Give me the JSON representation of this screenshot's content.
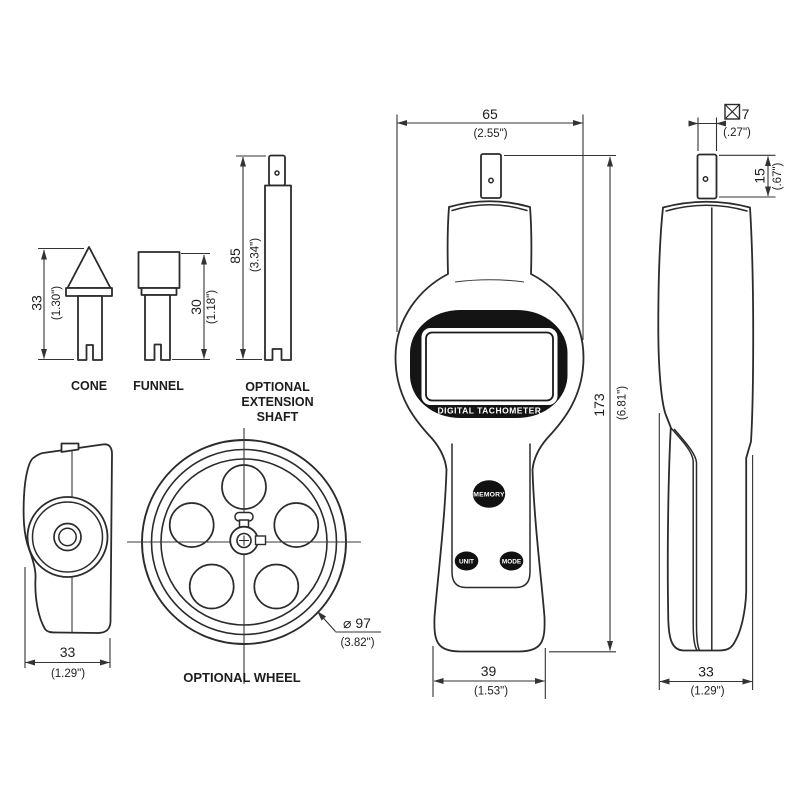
{
  "device": {
    "brand": "DIGITAL TACHOMETER",
    "buttons": {
      "memory": "MEMORY",
      "unit": "UNIT",
      "mode": "MODE"
    }
  },
  "labels": {
    "cone": "CONE",
    "funnel": "FUNNEL",
    "extension_shaft": [
      "OPTIONAL",
      "EXTENSION",
      "SHAFT"
    ],
    "wheel": "OPTIONAL WHEEL"
  },
  "dimensions": {
    "cone_height": {
      "mm": "33",
      "inches": "(1.30\")"
    },
    "funnel_height": {
      "mm": "30",
      "inches": "(1.18\")"
    },
    "extension_shaft_length": {
      "mm": "85",
      "inches": "(3.34\")"
    },
    "body_width": {
      "mm": "65",
      "inches": "(2.55\")"
    },
    "body_height": {
      "mm": "173",
      "inches": "(6.81\")"
    },
    "handle_width": {
      "mm": "39",
      "inches": "(1.53\")"
    },
    "tip_square": {
      "mm": "7",
      "inches": "(.27\")"
    },
    "tip_length": {
      "mm": "15",
      "inches": "(.67\")"
    },
    "side_width": {
      "mm": "33",
      "inches": "(1.29\")"
    },
    "top_view_width": {
      "mm": "33",
      "inches": "(1.29\")"
    },
    "wheel_diameter": {
      "mm": "⌀ 97",
      "inches": "(3.82\")"
    }
  },
  "colors": {
    "line": "#2b2b2b",
    "face": "#141414",
    "background": "#ffffff"
  }
}
